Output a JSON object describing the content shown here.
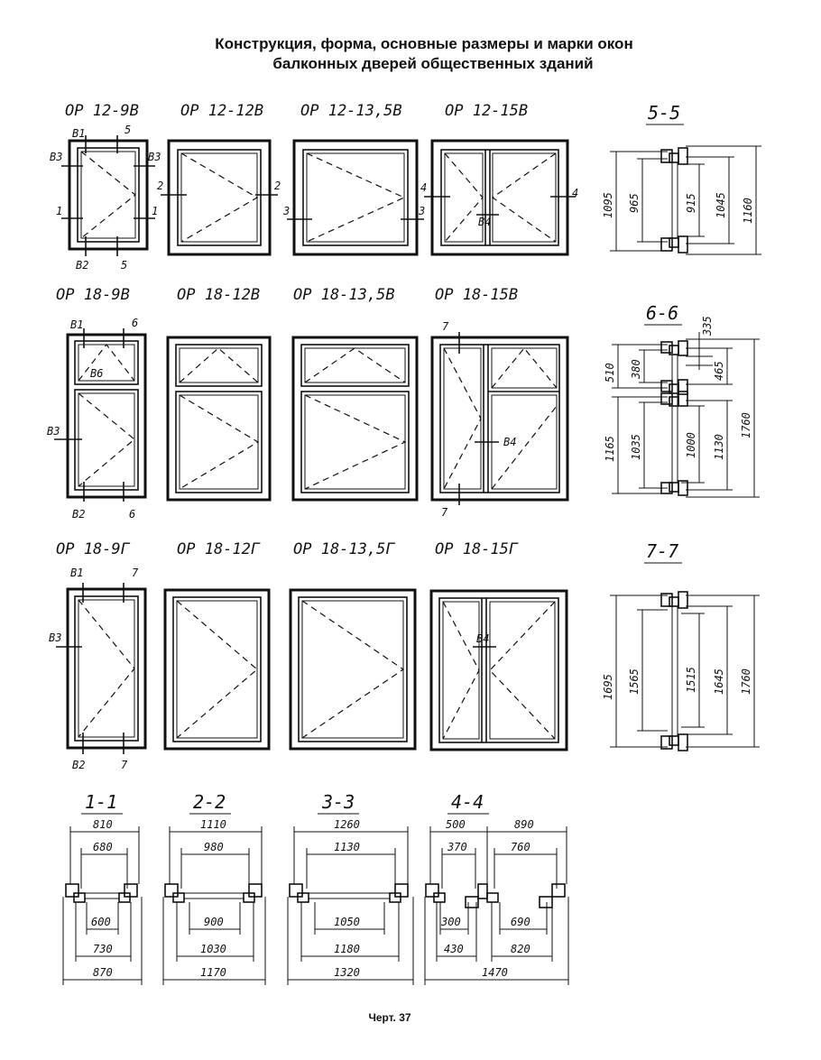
{
  "title_line1": "Конструкция, форма, основные размеры и марки окон",
  "title_line2": "балконных дверей общественных зданий",
  "caption": "Черт. 37",
  "windows": {
    "row1": [
      "ОР 12-9В",
      "ОР 12-12В",
      "ОР 12-13,5В",
      "ОР 12-15В"
    ],
    "row2": [
      "ОР 18-9В",
      "ОР 18-12В",
      "ОР 18-13,5В",
      "ОР 18-15В"
    ],
    "row3": [
      "ОР 18-9Г",
      "ОР 18-12Г",
      "ОР 18-13,5Г",
      "ОР 18-15Г"
    ]
  },
  "marks": {
    "b1": "В1",
    "b2": "В2",
    "b3": "В3",
    "b4": "В4",
    "b6": "В6",
    "m1": "1",
    "m2": "2",
    "m3": "3",
    "m4": "4",
    "m5": "5",
    "m6": "6",
    "m7": "7"
  },
  "sections": {
    "s55": {
      "label": "5-5",
      "dims": [
        "1095",
        "965",
        "915",
        "1045",
        "1160"
      ]
    },
    "s66": {
      "label": "6-6",
      "dims": [
        "510",
        "380",
        "335",
        "465",
        "1165",
        "1035",
        "1000",
        "1130",
        "1760"
      ]
    },
    "s77": {
      "label": "7-7",
      "dims": [
        "1695",
        "1565",
        "1515",
        "1645",
        "1760"
      ]
    },
    "s11": {
      "label": "1-1",
      "dims": [
        "810",
        "680",
        "600",
        "730",
        "870"
      ]
    },
    "s22": {
      "label": "2-2",
      "dims": [
        "1110",
        "980",
        "900",
        "1030",
        "1170"
      ]
    },
    "s33": {
      "label": "3-3",
      "dims": [
        "1260",
        "1130",
        "1050",
        "1180",
        "1320"
      ]
    },
    "s44": {
      "label": "4-4",
      "dims": [
        "500",
        "890",
        "370",
        "760",
        "300",
        "690",
        "430",
        "820",
        "1470"
      ]
    }
  }
}
